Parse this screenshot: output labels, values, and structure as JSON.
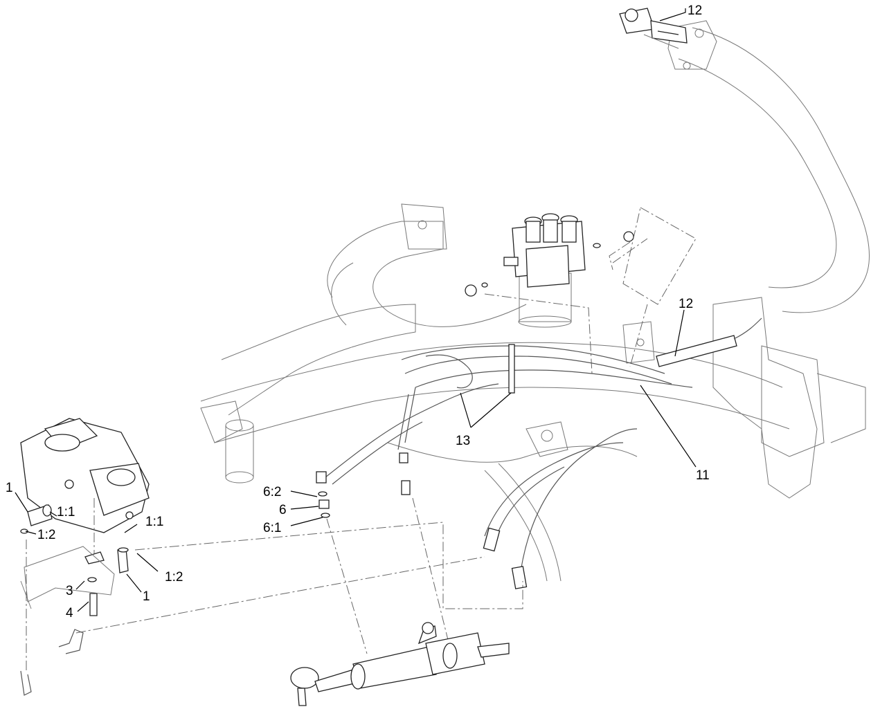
{
  "callouts": {
    "c12_top": "12",
    "c12_right": "12",
    "c11": "11",
    "c13": "13",
    "c6_2": "6:2",
    "c6": "6",
    "c6_1": "6:1",
    "c1_left": "1",
    "c1_1_left": "1:1",
    "c1_2_left": "1:2",
    "c1_1_right": "1:1",
    "c1_2_right": "1:2",
    "c3": "3",
    "c4": "4",
    "c1_bottom": "1"
  },
  "icons": {
    "pump": "hydraulic-pump-icon",
    "valve": "control-valve-icon",
    "cylinder": "steering-cylinder-icon",
    "frame": "chassis-frame-icon"
  }
}
